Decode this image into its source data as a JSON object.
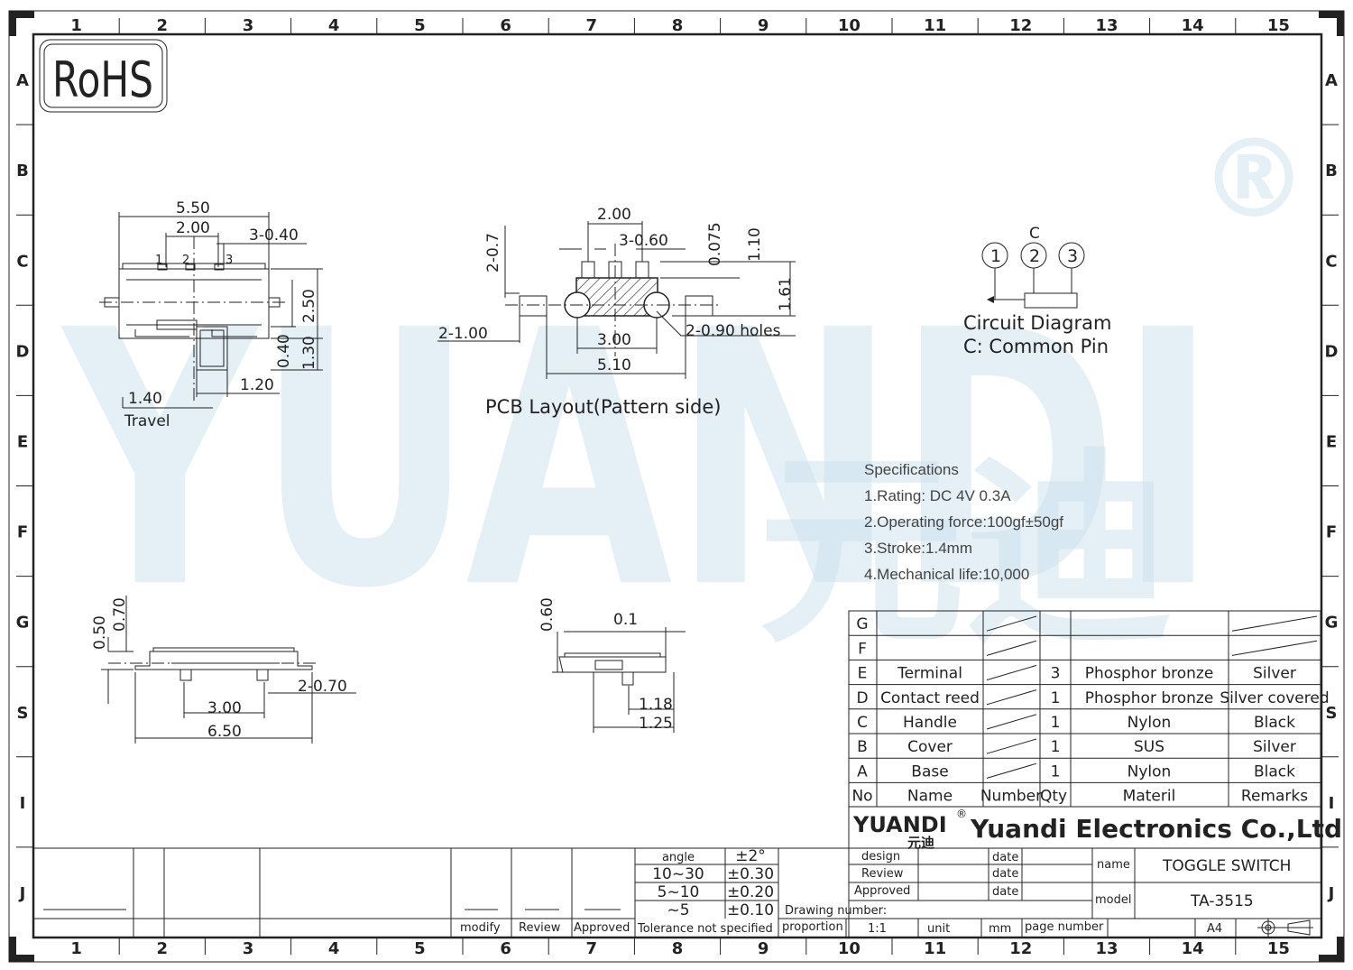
{
  "rohs": "RoHS",
  "zones": {
    "columns": [
      "1",
      "2",
      "3",
      "4",
      "5",
      "6",
      "7",
      "8",
      "9",
      "10",
      "11",
      "12",
      "13",
      "14",
      "15"
    ],
    "rows": [
      "A",
      "B",
      "C",
      "D",
      "E",
      "F",
      "G",
      "S",
      "I",
      "J"
    ]
  },
  "watermark": {
    "brand": "YUANDI",
    "cn": "元迪",
    "mark": "®"
  },
  "top_view": {
    "dims": [
      "5.50",
      "2.00",
      "3-0.40",
      "2.50",
      "0.40",
      "1.30",
      "1.20",
      "1.40"
    ],
    "pins": [
      "1",
      "2",
      "3"
    ],
    "travel": "Travel"
  },
  "pcb": {
    "dims": [
      "2.00",
      "3-0.60",
      "0.075",
      "1.10",
      "1.61",
      "2-0.7",
      "2-1.00",
      "3.00",
      "5.10",
      "2-0.90  holes"
    ],
    "caption": "PCB  Layout(Pattern  side)"
  },
  "circuit": {
    "pins": [
      "1",
      "2",
      "3"
    ],
    "common_label": "C",
    "caption1": "Circuit  Diagram",
    "caption2": "C:  Common  Pin"
  },
  "specs": {
    "heading": "Specifications",
    "items": [
      "1.Rating: DC 4V 0.3A",
      "2.Operating force:100gf±50gf",
      "3.Stroke:1.4mm",
      "4.Mechanical life:10,000"
    ]
  },
  "front_view": {
    "dims": [
      "0.50",
      "0.70",
      "3.00",
      "2-0.70",
      "6.50"
    ]
  },
  "side_view": {
    "dims": [
      "0.60",
      "0.1",
      "1.18",
      "1.25"
    ]
  },
  "bom": {
    "headers": [
      "No",
      "Name",
      "Number",
      "Qty",
      "Materil",
      "Remarks"
    ],
    "rows": [
      {
        "no": "G",
        "name": "",
        "qty": "",
        "material": "",
        "remarks": ""
      },
      {
        "no": "F",
        "name": "",
        "qty": "",
        "material": "",
        "remarks": ""
      },
      {
        "no": "E",
        "name": "Terminal",
        "qty": "3",
        "material": "Phosphor bronze",
        "remarks": "Silver"
      },
      {
        "no": "D",
        "name": "Contact reed",
        "qty": "1",
        "material": "Phosphor bronze",
        "remarks": "Silver covered"
      },
      {
        "no": "C",
        "name": "Handle",
        "qty": "1",
        "material": "Nylon",
        "remarks": "Black"
      },
      {
        "no": "B",
        "name": "Cover",
        "qty": "1",
        "material": "SUS",
        "remarks": "Silver"
      },
      {
        "no": "A",
        "name": "Base",
        "qty": "1",
        "material": "Nylon",
        "remarks": "Black"
      }
    ]
  },
  "company": {
    "logo": "YUANDI",
    "logo_cn": "元迪",
    "reg": "®",
    "name": "Yuandi Electronics Co.,Ltd"
  },
  "tolerance": {
    "rows": [
      [
        "angle",
        "±2°"
      ],
      [
        "10~30",
        "±0.30"
      ],
      [
        "5~10",
        "±0.20"
      ],
      [
        "~5",
        "±0.10"
      ]
    ],
    "label": "Tolerance not specified"
  },
  "revision": {
    "modify": "modify",
    "review": "Review",
    "approved": "Approved"
  },
  "title_block": {
    "design": "design",
    "review": "Review",
    "approved": "Approved",
    "date": "date",
    "drawing_number": "Drawing number:",
    "proportion": "proportion",
    "scale": "1:1",
    "unit": "unit",
    "unit_value": "mm",
    "page_number": "page number",
    "paper": "A4",
    "name_label": "name",
    "name_value": "TOGGLE SWITCH",
    "model_label": "model",
    "model_value": "TA-3515"
  }
}
